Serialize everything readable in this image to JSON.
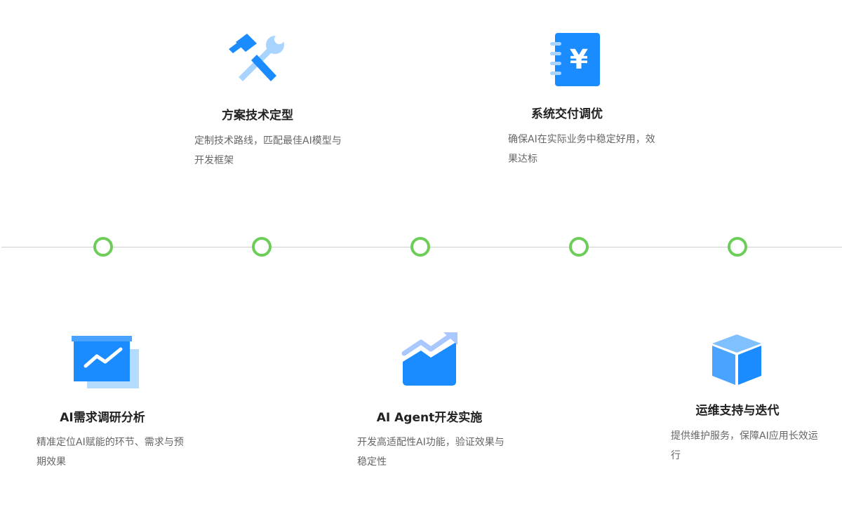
{
  "steps": [
    {
      "title": "AI需求调研分析",
      "desc": "精准定位AI赋能的环节、需求与预期效果",
      "icon": "presentation-chart-icon"
    },
    {
      "title": "方案技术定型",
      "desc": "定制技术路线，匹配最佳AI模型与开发框架",
      "icon": "wrench-hammer-icon"
    },
    {
      "title": "AI Agent开发实施",
      "desc": "开发高适配性AI功能，验证效果与稳定性",
      "icon": "area-chart-trend-icon"
    },
    {
      "title": "系统交付调优",
      "desc": "确保AI在实际业务中稳定好用，效果达标",
      "icon": "yen-notebook-icon"
    },
    {
      "title": "运维支持与迭代",
      "desc": "提供维护服务，保障AI应用长效运行",
      "icon": "cube-icon"
    }
  ],
  "colors": {
    "accent_green": "#6ccd59",
    "icon_blue": "#1a8cff",
    "icon_light_blue": "#a8d4ff"
  }
}
